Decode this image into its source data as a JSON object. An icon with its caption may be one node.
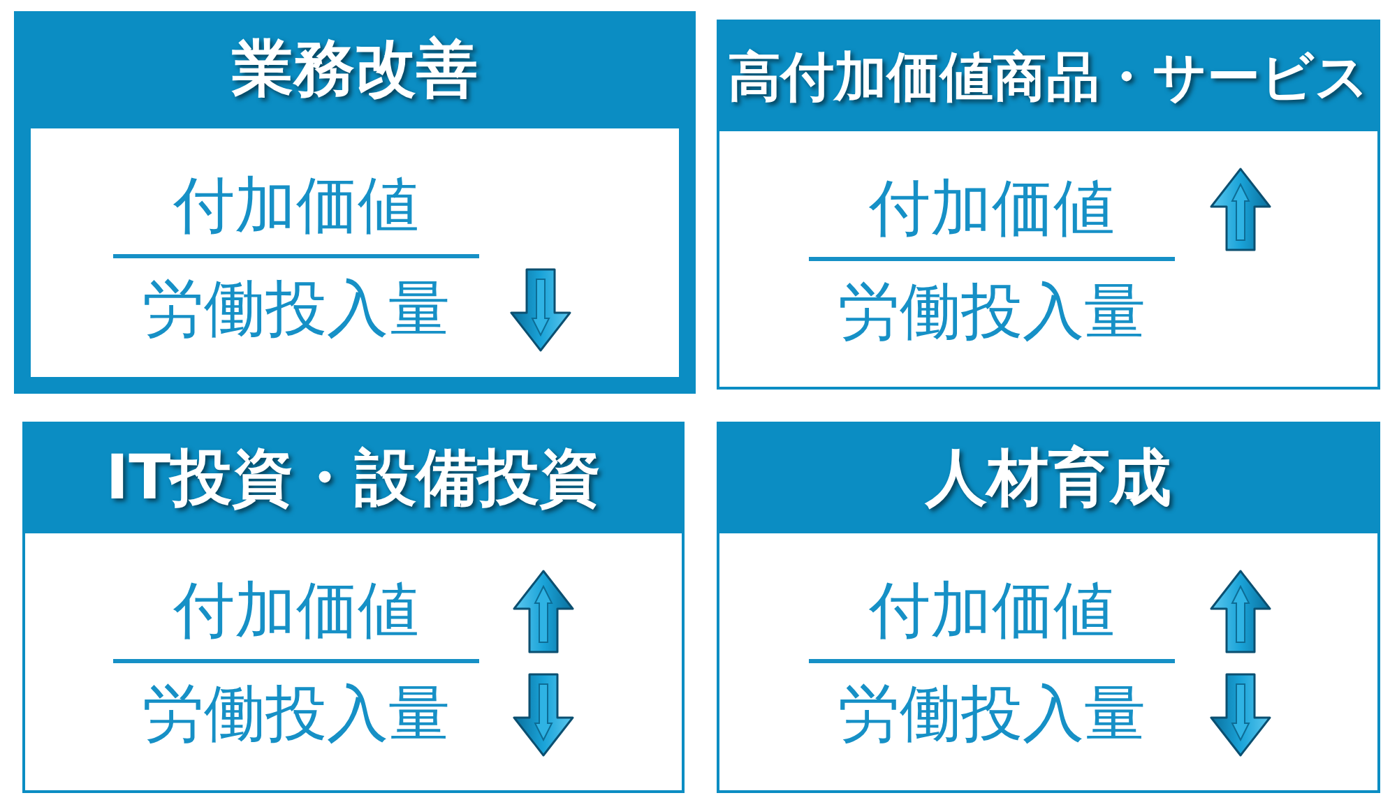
{
  "diagram": {
    "nodes": [
      {
        "text": [
          "業務改善"
        ]
      },
      {
        "text": [
          "付加価値",
          "労働投入量"
        ],
        "in": 0
      },
      {
        "text": [
          "高付加価値商品・サービス"
        ]
      },
      {
        "text": [
          "付加価値",
          "労働投入量"
        ],
        "in": 2
      },
      {
        "text": [
          "IT投資・設備投資"
        ]
      },
      {
        "text": [
          "付加価値",
          "労働投入量"
        ],
        "in": 4
      },
      {
        "text": [
          "人材育成"
        ]
      },
      {
        "text": [
          "付加価値",
          "労働投入量"
        ],
        "in": 6
      }
    ]
  }
}
